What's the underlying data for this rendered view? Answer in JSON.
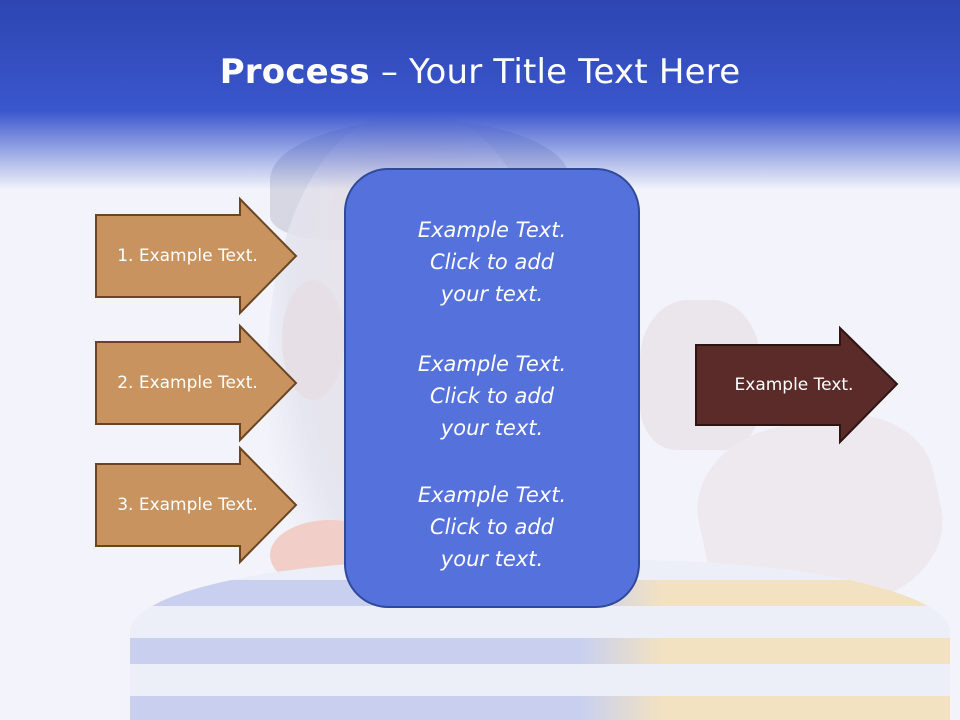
{
  "title": {
    "bold": "Process",
    "rest": " – Your Title Text Here"
  },
  "left_arrows": [
    {
      "label": "1. Example Text."
    },
    {
      "label": "2. Example Text."
    },
    {
      "label": "3. Example Text."
    }
  ],
  "center_panel": {
    "items": [
      {
        "line1": "Example Text.",
        "line2": "Click  to add",
        "line3": "your text."
      },
      {
        "line1": "Example Text.",
        "line2": "Click  to add",
        "line3": "your text."
      },
      {
        "line1": "Example Text.",
        "line2": "Click  to add",
        "line3": "your text."
      }
    ]
  },
  "right_arrow": {
    "label": "Example Text."
  },
  "colors": {
    "header": "#3a56cd",
    "left_arrow_fill": "#c8935f",
    "left_arrow_stroke": "#6b4521",
    "panel_fill": "#5571dc",
    "right_arrow_fill": "#5a2b29"
  }
}
